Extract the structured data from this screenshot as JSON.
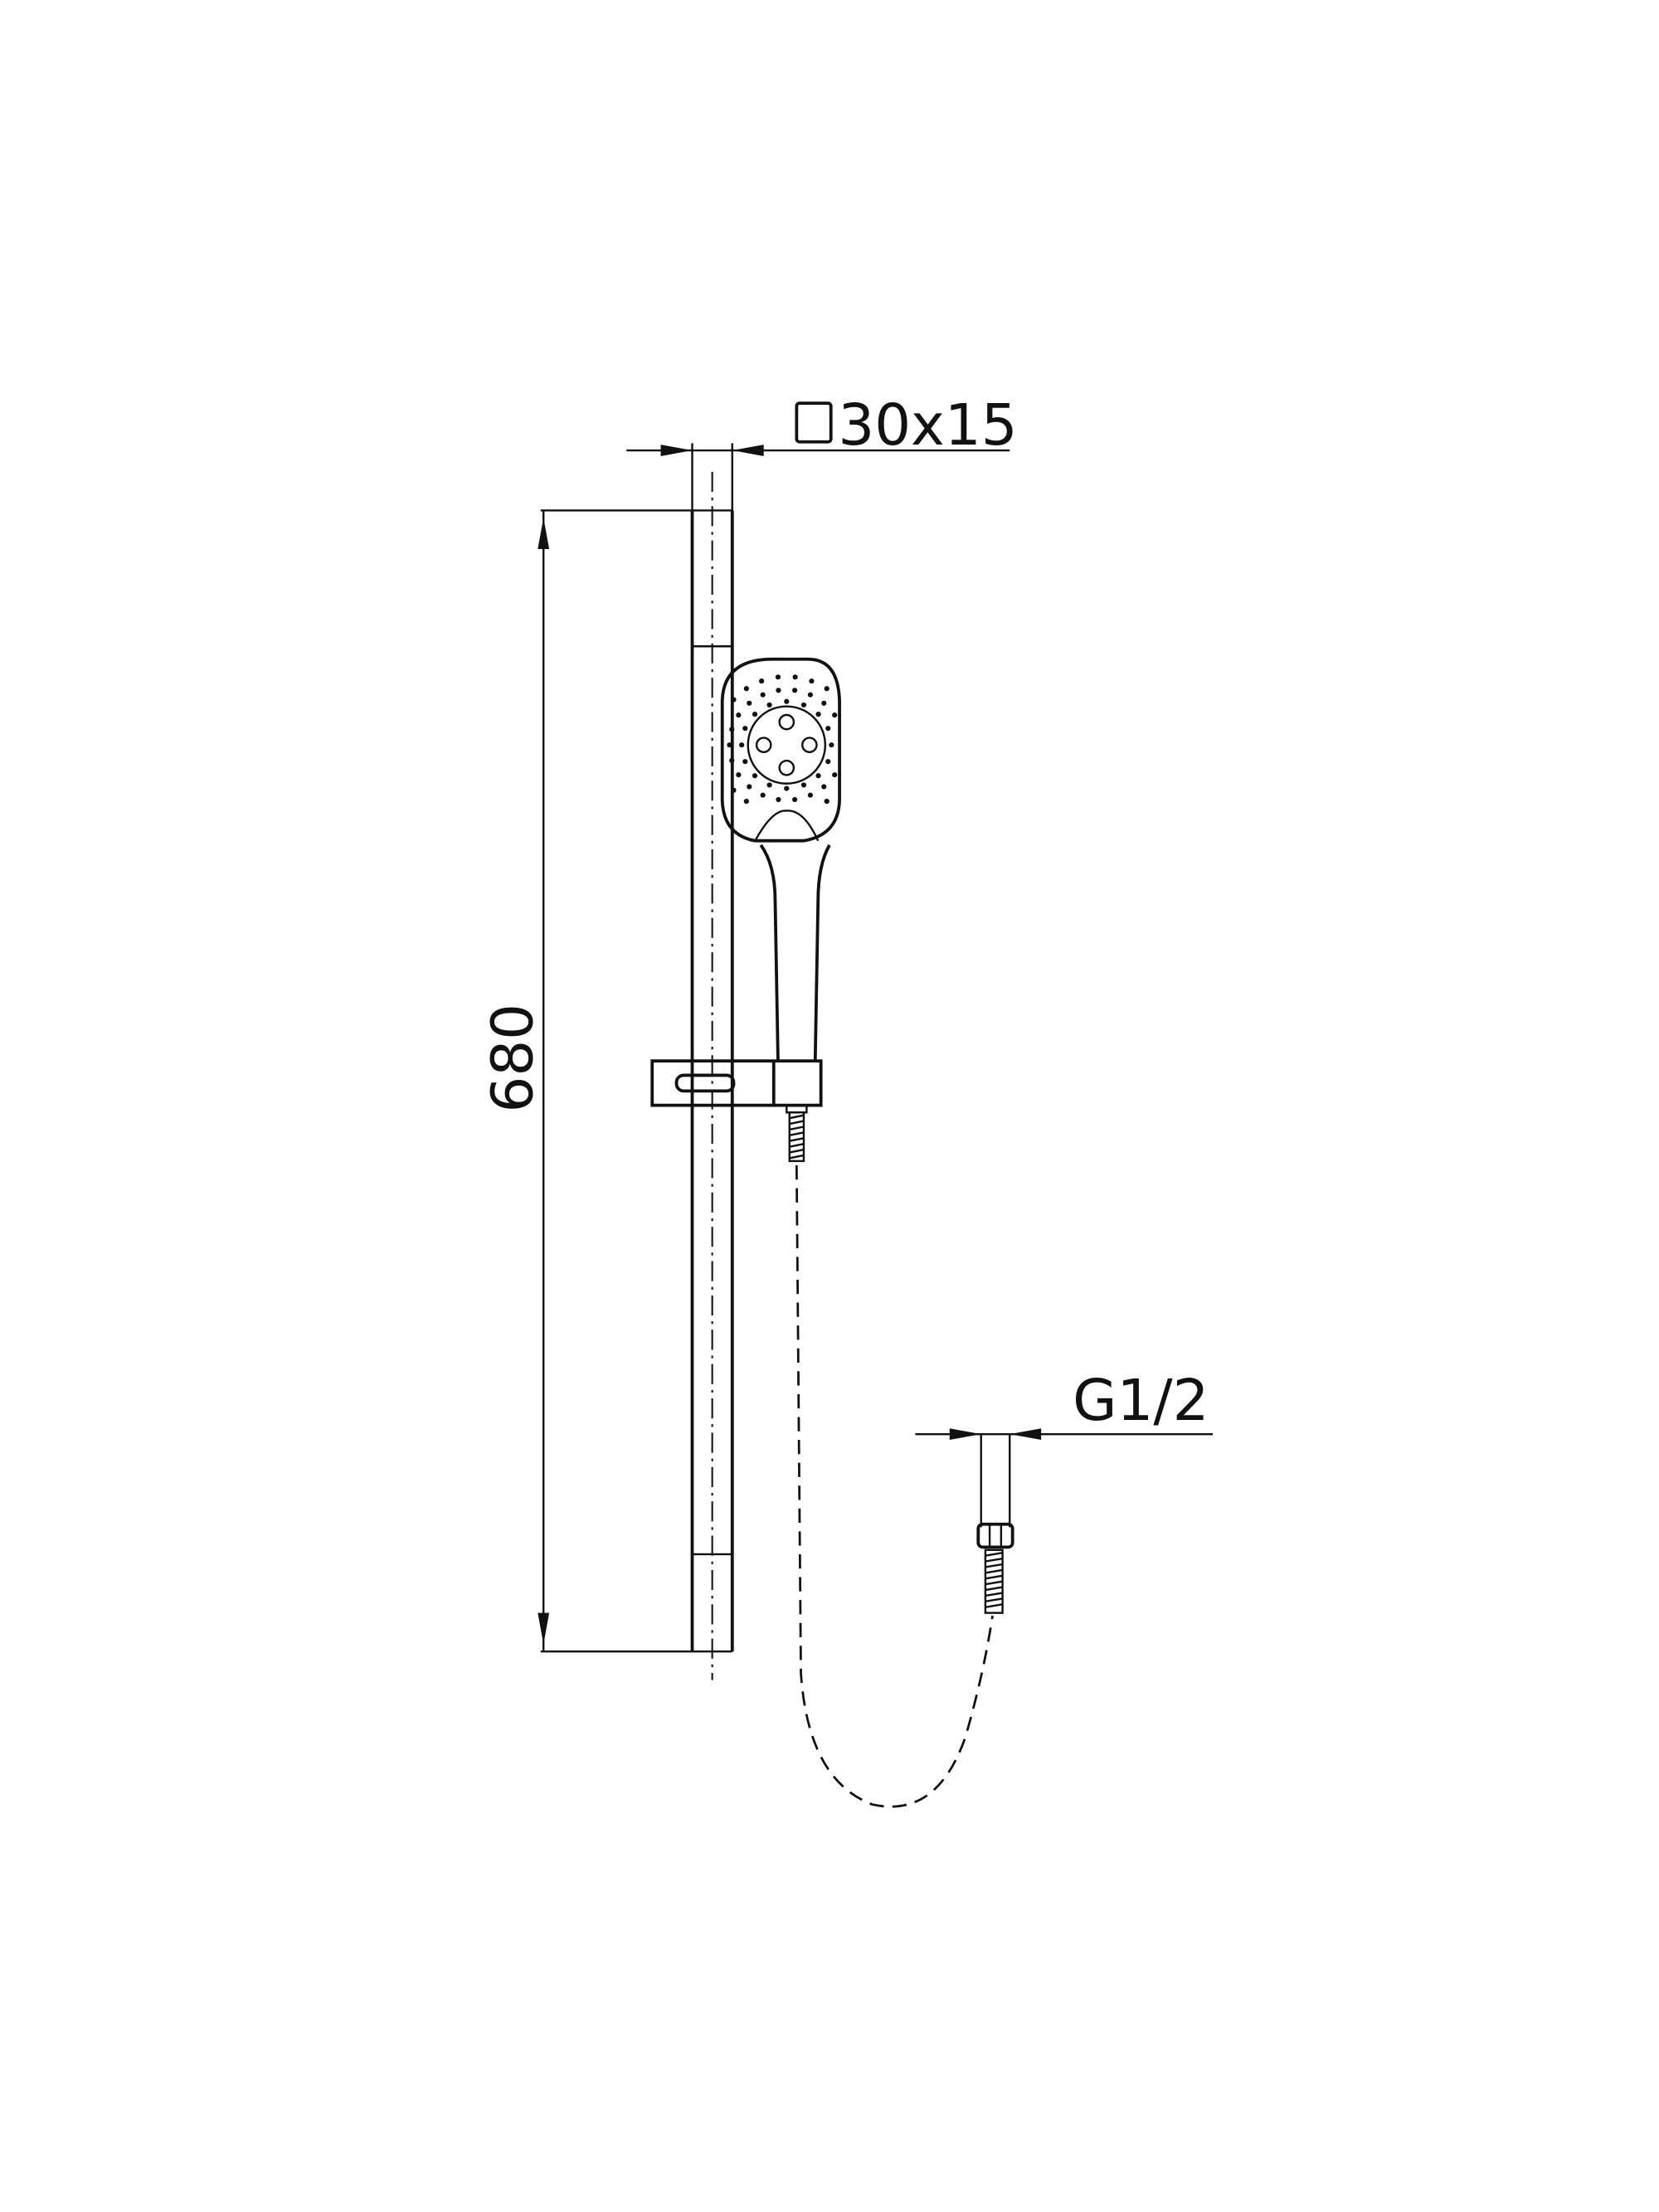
{
  "dimensions": {
    "rail_section": "30x15",
    "rail_length": "680",
    "connector_thread": "G1/2"
  },
  "icons": {
    "rail_section_symbol": "square-section-icon"
  }
}
